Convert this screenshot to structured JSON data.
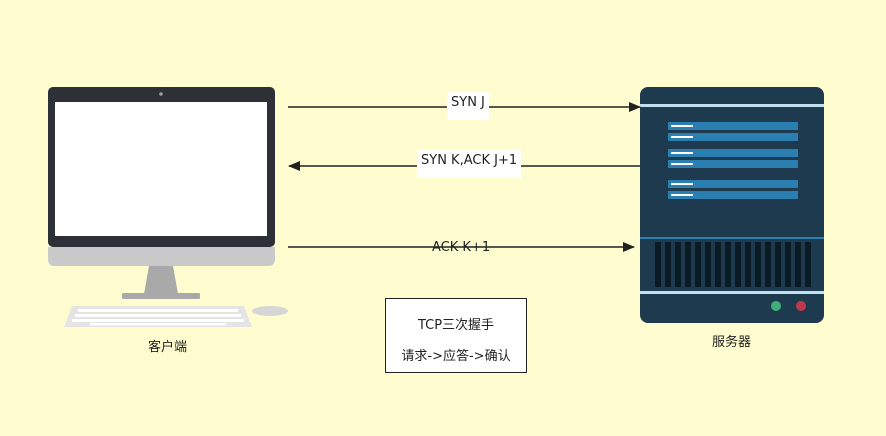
{
  "client": {
    "label": "客户端"
  },
  "server": {
    "label": "服务器"
  },
  "messages": [
    {
      "label": "SYN J",
      "direction": "client-to-server"
    },
    {
      "label": "SYN K,ACK J+1",
      "direction": "server-to-client"
    },
    {
      "label": "ACK K+1",
      "direction": "client-to-server"
    }
  ],
  "note": {
    "title": "TCP三次握手",
    "subtitle": "请求->应答->确认"
  },
  "colors": {
    "background": "#FFFDD0",
    "server_body": "#1E3A4F",
    "server_slot": "#2A7FB0",
    "monitor_frame": "#2E3038",
    "monitor_stand": "#A9A9A9",
    "led_green": "#3DB07A",
    "led_red": "#C0394B"
  }
}
